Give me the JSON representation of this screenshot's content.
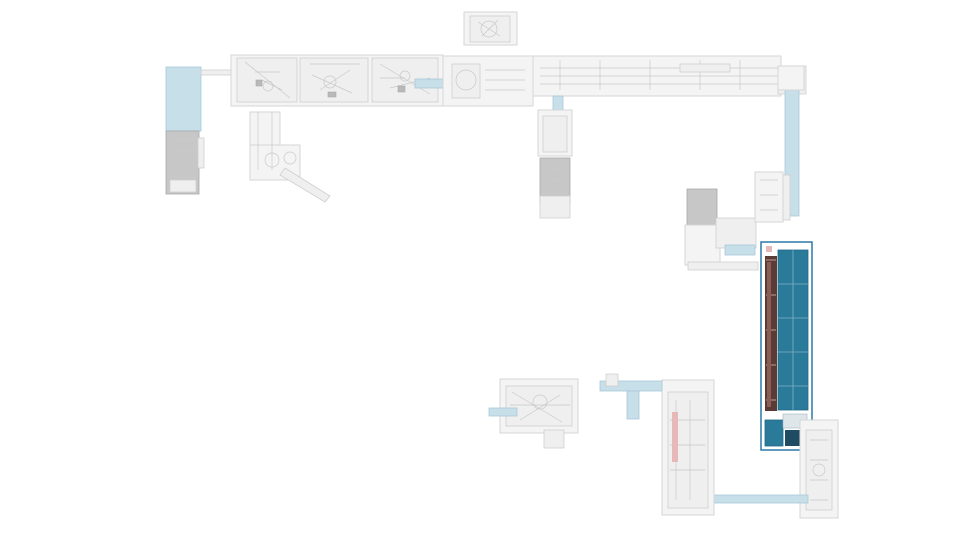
{
  "view": {
    "selection_color": "#1d6fa0",
    "module_highlight_color": "#2a7a99",
    "inactive_accent_color": "#c7dfe9"
  },
  "modules": [
    {
      "id": "infeed-buffer",
      "state": "inactive"
    },
    {
      "id": "main-line-upper",
      "state": "inactive"
    },
    {
      "id": "cartoner",
      "state": "inactive"
    },
    {
      "id": "inspection-tower",
      "state": "inactive"
    },
    {
      "id": "transfer-conveyor-right",
      "state": "inactive"
    },
    {
      "id": "labeling-unit",
      "state": "inactive"
    },
    {
      "id": "accumulation-table",
      "state": "selected"
    },
    {
      "id": "lower-loop-conveyor",
      "state": "inactive"
    },
    {
      "id": "palletizer-cell",
      "state": "inactive"
    },
    {
      "id": "control-cabinet",
      "state": "inactive"
    }
  ]
}
